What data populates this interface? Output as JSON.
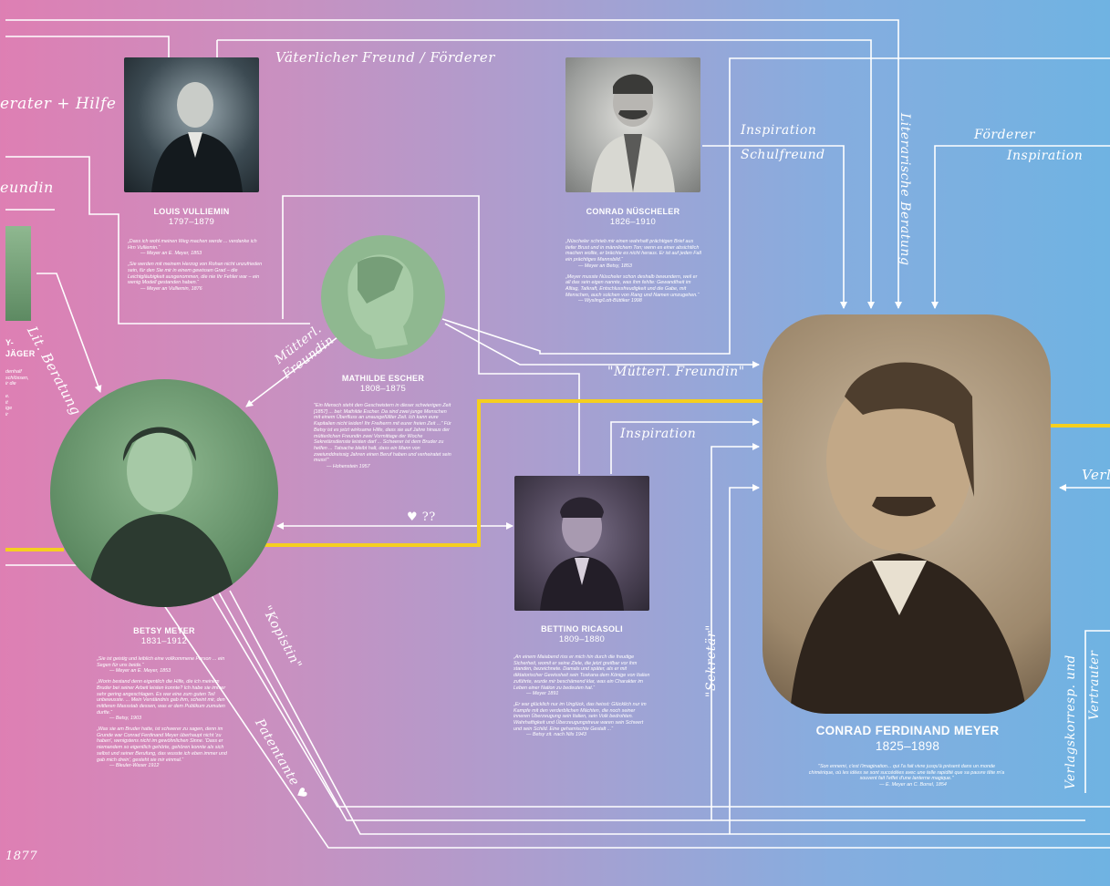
{
  "colors": {
    "line": "#ffffff",
    "yellow": "#f5cf1f",
    "green": "#8fb890"
  },
  "labels": {
    "berater": "erater + Hilfe",
    "vaeterlich": "Väterlicher Freund / Förderer",
    "freundin": "eundin",
    "lit_beratung": "Lit. Beratung",
    "muetterl_freundin": "Mütterl. Freundin",
    "inspiration1": "Inspiration",
    "schulfreund": "Schulfreund",
    "literarische": "Literarische Beratung",
    "foerderer": "Förderer",
    "inspiration2": "Inspiration",
    "muetterl_quote": "\"Mütterl. Freundin\"",
    "inspiration3": "Inspiration",
    "heart": "♥ ??",
    "kopistin": "\"Kopistin\"",
    "patentante": "Patentante ♥",
    "sekretaer": "\"Sekretär\"",
    "verlagskorresp": "Verlagskorresp. und",
    "vertrauter": "Vertrauter",
    "verl": "Verl",
    "year_1877": "1877",
    "jaeger": "Y-JÄGER"
  },
  "persons": {
    "vulliemin": {
      "name": "LOUIS VULLIEMIN",
      "years": "1797–1879",
      "q1": "„Dass ich wohl meinen Weg machen werde ... verdanke ich Hrn Vulliemin.“",
      "s1": "— Meyer an E. Meyer, 1853",
      "q2": "„Sie werden mit meinem Herzog von Rohan nicht unzufrieden sein, für den Sie mir in einem gewissen Grad – die Leichtgläubigkeit ausgenommen, die nie Ihr Fehler war – ein wenig Modell gestanden haben.“",
      "s2": "— Meyer an Vulliemin, 1876"
    },
    "nuescheler": {
      "name": "CONRAD NÜSCHELER",
      "years": "1826–1910",
      "q1": "„Nüscheler schrieb mir einen wahrhaft prächtigen Brief aus tiefer Brust und in männlichem Ton; wenn es einer absichtlich machen wollte, er brächte es nicht heraus. Er ist auf jeden Fall ein prächtiges Mannsbild.“",
      "s1": "— Meyer an Betsy, 1853",
      "q2": "„Meyer musste Nüscheler schon deshalb bewundern, weil er all das sein eigen nannte, was ihm fehlte: Gewandtheit im Alltag, Tatkraft, Entschlussfreudigkeit und die Gabe, mit Menschen, auch solchen von Rang und Namen umzugehen.“",
      "s2": "— Wysling/Lott-Büttiker 1998"
    },
    "escher": {
      "name": "MATHILDE ESCHER",
      "years": "1808–1875",
      "q1": "\"Ein Mensch steht den Geschwistern in dieser schwierigen Zeit [1857] ... bei: Mathilde Escher. Da sind zwei junge Menschen mit einem Überfluss an unausgefüllter Zeit. Ich kann eure Kapitalien nicht leiden! Ihr Freiherrn mit eurer freien Zeit ...\" Für Betsy ist es jetzt wirksame Hilfe, dass sie auf Jahre hinaus der mütterlichen Freundin zwei Vormittage der Woche Sekretärsdienste leisten darf ... Schwerer ist dem Bruder zu helfen ... Tatsache bleibt halt, dass ein Mann von zweiunddreissig Jahren einen Beruf haben und verheiratet sein muss!\"",
      "s1": "— Hohenstein 1957"
    },
    "betsy": {
      "name": "BETSY MEYER",
      "years": "1831–1912",
      "q1": "„Sie ist geistig und leiblich eine vollkommene Person ... ein Segen für uns beide.“",
      "s1": "— Meyer an E. Meyer, 1853",
      "q2": "„Worin bestand denn eigentlich die Hilfe, die ich meinem Bruder bei seiner Arbeit leisten konnte? Ich habe sie immer sehr gering angeschlagen. Es war eine zum guten Teil unbewusste. ... Mein Verständnis gab ihm, scheint mir, den mittleren Massstab dessen, was er dem Publikum zumuten durfte.“",
      "s2": "— Betsy, 1903",
      "q3": "„Was sie am Bruder hatte, ist schwerer zu sagen, denn im Grunde war Conrad Ferdinand Meyer überhaupt nicht 'zu haben', wenigstens nicht im gewöhnlichen Sinne. 'Dass er niemandem so eigentlich gehörte, gehören konnte als sich selbst und seiner Berufung, das wusste ich eben immer und gab mich drein', gesteht sie mir einmal.“",
      "s3": "— Bleuler-Waser 1912"
    },
    "ricasoli": {
      "name": "BETTINO RICASOLI",
      "years": "1809–1880",
      "q1": "„An einem Maiabend riss er mich hin durch die freudige Sicherheit, womit er seine Ziele, die jetzt greifbar vor ihm standen, bezeichnete. Damals und später, als er mit diktatorischer Gewissheit sein Toskana dem Könige von Italien zuführte, wurde mir beschämend klar, was ein Charakter im Leben einer Nation zu bedeuten hat.“",
      "s1": "— Meyer 1891",
      "q2": "„Er war glücklich nur im Unglück, das heisst: Glücklich nur im Kampfe mit den verderblichen Mächten, die noch seiner inneren Überzeugung sein Italien, sein Volk bedrohten. Wahrhaftigkeit und Überzeugungstreue waren sein Schwert und sein Schild. Eine geharnischte Gestalt ...“",
      "s2": "— Betsy zit. nach Nils 1943"
    },
    "meyer": {
      "name": "CONRAD FERDINAND MEYER",
      "years": "1825–1898",
      "q1": "\"Son ennemi, c'est l'imagination... qui l'a fait vivre jusqu'à présent dans un monde chimérique, où les idées se sont succédées avec une telle rapidité que sa pauvre tête m'a souvent fait l'effet d'une lanterne magique.\"",
      "s1": "— E. Meyer an C. Borrel, 1854"
    }
  },
  "left_fragment": "denhalf\nschlössen,\nir die\n\ne.\nit\nige\nir"
}
